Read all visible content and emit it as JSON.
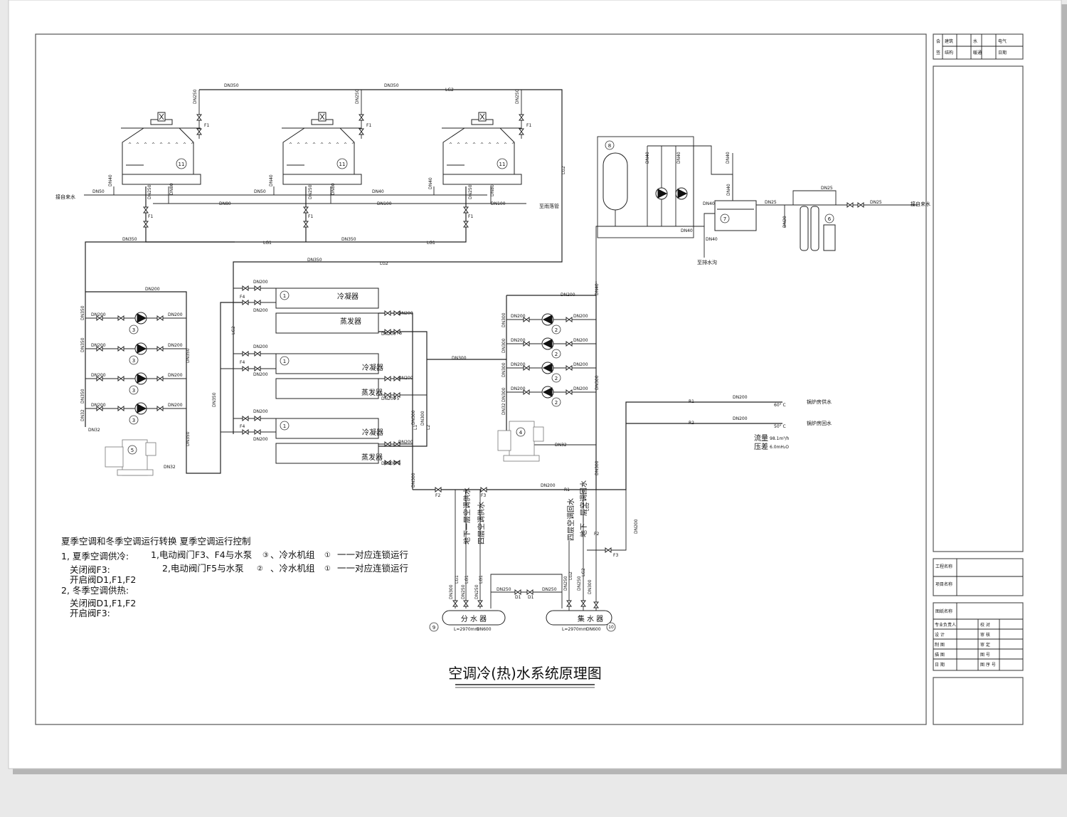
{
  "drawing": {
    "title": "空调冷(热)水系统原理图"
  },
  "equipment": {
    "chiller_condenser": "冷凝器",
    "chiller_evaporator": "蒸发器",
    "distributor": "分 水 器",
    "collector": "集 水 器",
    "distributor_length": "L=2970mm",
    "distributor_size": "DN600",
    "collector_length": "L=2970mm",
    "collector_size": "DN600"
  },
  "connections": {
    "makeup_water_left": "接自来水",
    "makeup_water_right": "接自来水",
    "to_rain_pipe": "至雨落管",
    "to_drain": "至排水沟",
    "boiler_supply": "锅炉房供水",
    "boiler_return": "锅炉房回水",
    "boiler_supply_temp": "60° C",
    "boiler_return_temp": "50° C",
    "flow": "流量",
    "flow_value": "98.1m³/h",
    "pressure": "压差",
    "pressure_value": "6.0mH₂O"
  },
  "branches": {
    "b1": "地下一层空调供水",
    "b2": "四层空调供水",
    "b3": "四层空调回水",
    "b4": "地下一层空调回水"
  },
  "notes": {
    "heading": "夏季空调和冬季空调运行转换 夏季空调运行控制",
    "line1": "1, 夏季空调供冷:",
    "line1a": "1,电动阀门F3、F4与水泵",
    "line1a_num": "③",
    "line1a_tail": "、冷水机组",
    "line1a_num2": "①",
    "line1a_end": "一一对应连锁运行",
    "line2": "关闭阀F3:",
    "line2a": "2,电动阀门F5与水泵",
    "line2a_num": "②",
    "line2a_tail": "、冷水机组",
    "line2a_num2": "①",
    "line2a_end": "一一对应连锁运行",
    "line3": "开启阀D1,F1,F2",
    "line4": "2, 冬季空调供热:",
    "line5": "关闭阀D1,F1,F2",
    "line6": "开启阀F3:"
  },
  "titleblock": {
    "row1": [
      "会",
      "建筑",
      "水",
      "电气"
    ],
    "row2": [
      "签",
      "结构",
      "暖通",
      "日期"
    ],
    "project_name": "工程名称",
    "item_name": "项目名称",
    "drawing_name": "图纸名称",
    "rows": [
      [
        "专业负责人",
        "校 对"
      ],
      [
        "设 计",
        "审 核"
      ],
      [
        "制 图",
        "审 定"
      ],
      [
        "描 图",
        "图 号"
      ],
      [
        "日 期",
        "图 序 号"
      ]
    ]
  },
  "labels": {
    "dn350": "DN350",
    "dn300": "DN300",
    "dn250": "DN250",
    "dn200": "DN200",
    "dn100": "DN100",
    "dn80": "DN80",
    "dn50": "DN50",
    "dn40": "DN40",
    "dn32": "DN32",
    "dn25": "DN25",
    "dn20": "DN20",
    "lg2": "LG2",
    "lg1": "LG1",
    "l1": "L1",
    "l2": "L2",
    "f1": "F1",
    "f2": "F2",
    "f3": "F3",
    "f4": "F4",
    "f5": "F5",
    "d1": "D1",
    "r1": "R1",
    "r2": "R2",
    "n1": "1",
    "n2": "2",
    "n3": "3",
    "n4": "4",
    "n5": "5",
    "n6": "6",
    "n7": "7",
    "n8": "8",
    "n9": "9",
    "n10": "10",
    "n11": "11"
  }
}
